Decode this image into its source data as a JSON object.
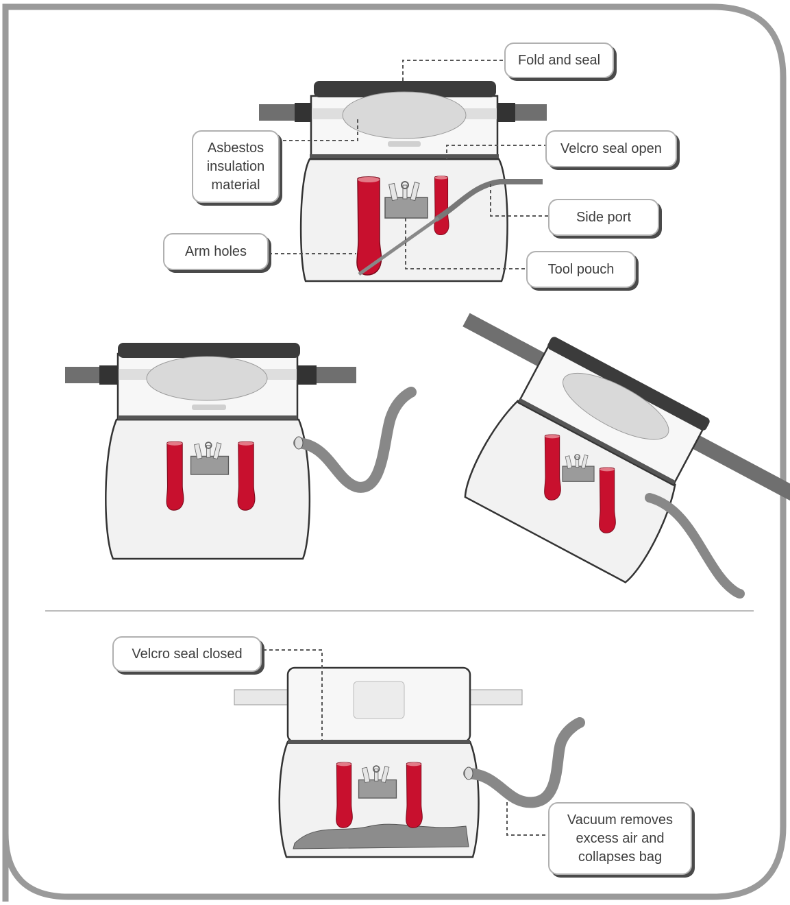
{
  "callouts": {
    "fold_and_seal": "Fold and seal",
    "asbestos": "Asbestos\ninsulation\nmaterial",
    "velcro_open": "Velcro seal open",
    "side_port": "Side port",
    "arm_holes": "Arm holes",
    "tool_pouch": "Tool pouch",
    "velcro_closed": "Velcro seal closed",
    "vacuum": "Vacuum removes\nexcess air and\ncollapses bag"
  },
  "colors": {
    "frame": "#9a9a9a",
    "pipe": "#6f6f6f",
    "lid": "#3b3b3b",
    "glove": "#c8102e",
    "bag": "#f2f2f2",
    "hose": "#8a8a8a",
    "debris": "#8c8c8c"
  }
}
